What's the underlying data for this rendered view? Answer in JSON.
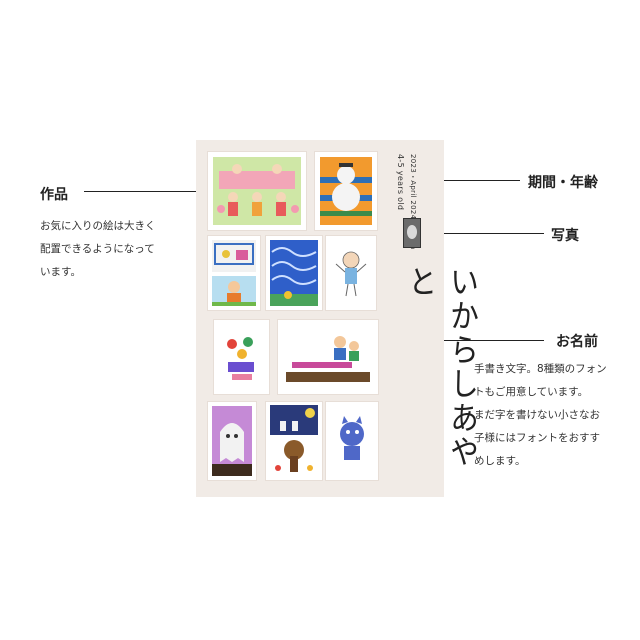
{
  "left": {
    "title": "作品",
    "desc_lines": [
      "お気に入りの絵は大きく",
      "配置できるようになって",
      "います。"
    ]
  },
  "right": {
    "period_label": "期間・年齢",
    "photo_label": "写真",
    "name_label": "お名前",
    "name_desc_lines": [
      "手書き文字。8種類のフォン",
      "トもご用意しています。",
      "まだ字を書けない小さなお",
      "子様にはフォントをおすす",
      "めします。"
    ]
  },
  "card": {
    "age_text": "4-5 years old",
    "period_text": "2023・April  2024・March",
    "name_handwriting": "いからしあやと",
    "background_color": "#f1ebe6"
  }
}
